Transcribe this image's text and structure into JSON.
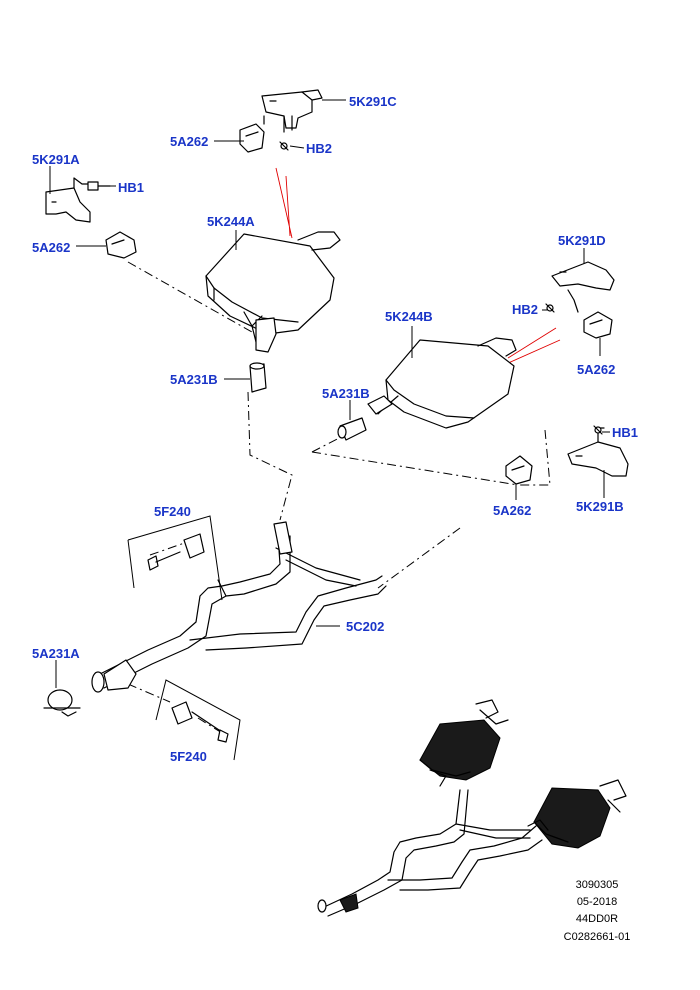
{
  "colors": {
    "label": "#1a35c8",
    "line": "#000000",
    "marker": "#e00000"
  },
  "labels": {
    "k291c": "5K291C",
    "a262_top": "5A262",
    "hb2_top": "HB2",
    "k291a": "5K291A",
    "hb1_left": "HB1",
    "a262_left": "5A262",
    "k244a": "5K244A",
    "a231b_left": "5A231B",
    "k291d": "5K291D",
    "hb2_right": "HB2",
    "a262_right_top": "5A262",
    "k244b": "5K244B",
    "a231b_right": "5A231B",
    "hb1_right": "HB1",
    "a262_right_bottom": "5A262",
    "k291b": "5K291B",
    "f240_top": "5F240",
    "c202": "5C202",
    "a231a": "5A231A",
    "f240_bottom": "5F240"
  },
  "reference": {
    "line1": "3090305",
    "line2": "05-2018",
    "line3": "44DD0R",
    "line4": "C0282661-01"
  }
}
